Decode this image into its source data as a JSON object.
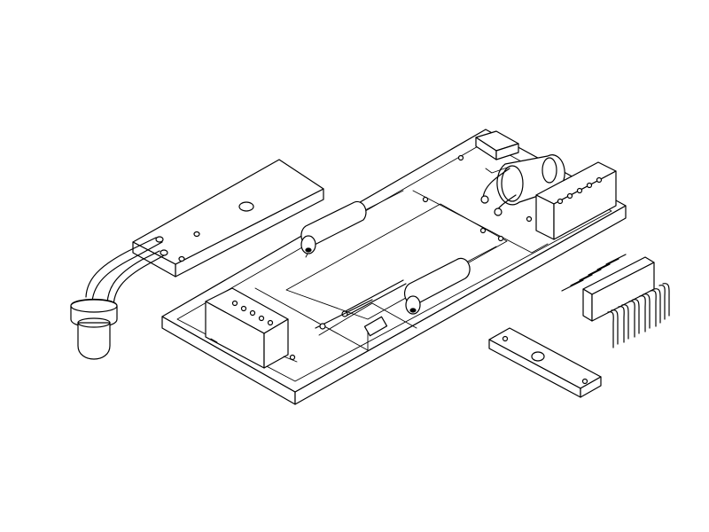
{
  "drawing": {
    "background": "#ffffff",
    "line_color": "#000000",
    "parts": [
      {
        "id": "circuit-board",
        "icon": "printed-circuit-board"
      },
      {
        "id": "mounting-bracket",
        "icon": "flat-bracket-with-hole"
      },
      {
        "id": "led",
        "icon": "led-bulb"
      },
      {
        "id": "small-bracket",
        "icon": "small-flat-plate"
      },
      {
        "id": "pin-header",
        "icon": "right-angle-pin-header"
      }
    ]
  }
}
